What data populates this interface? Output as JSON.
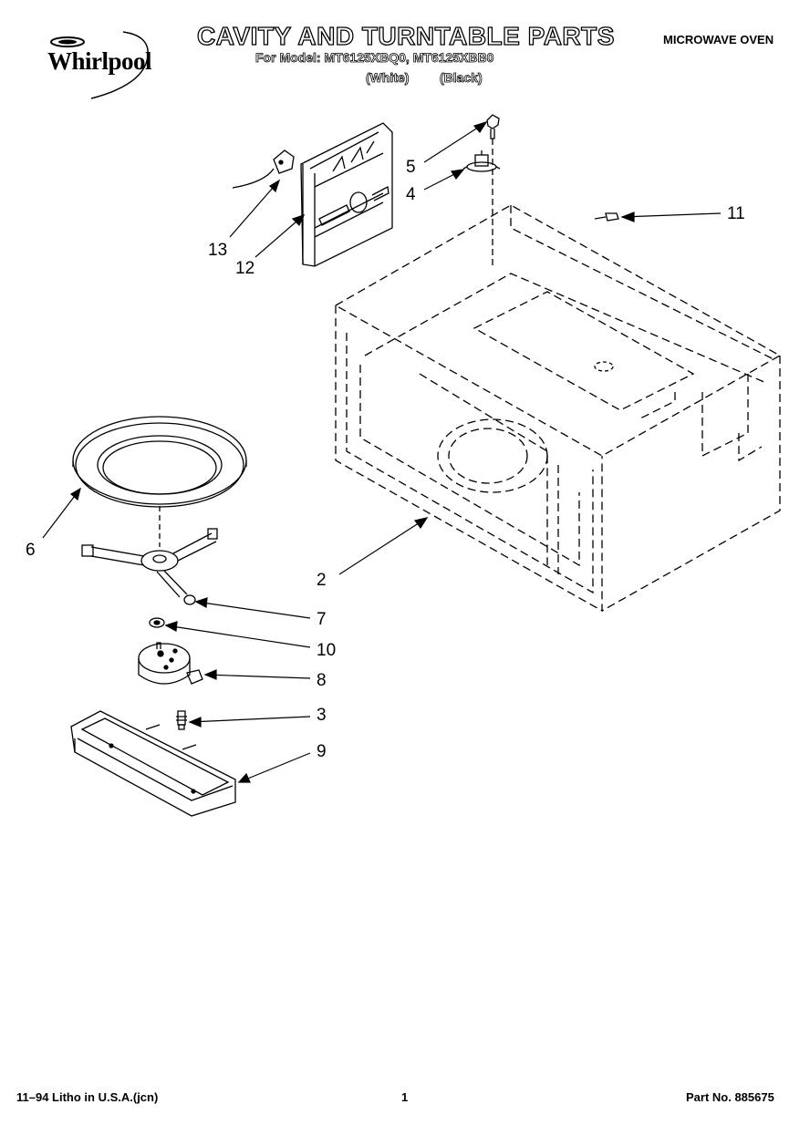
{
  "header": {
    "brand": "Whirlpool",
    "title": "CAVITY AND TURNTABLE PARTS",
    "model_line": "For Model: MT6125XBQ0, MT6125XBB0",
    "variant_white": "(White)",
    "variant_black": "(Black)",
    "product_type": "MICROWAVE OVEN"
  },
  "callouts": {
    "c2": "2",
    "c3": "3",
    "c4": "4",
    "c5": "5",
    "c6": "6",
    "c7": "7",
    "c8": "8",
    "c9": "9",
    "c10": "10",
    "c11": "11",
    "c12": "12",
    "c13": "13"
  },
  "footer": {
    "litho": "11–94 Litho in U.S.A.(jcn)",
    "page": "1",
    "part_no": "Part No. 885675"
  }
}
